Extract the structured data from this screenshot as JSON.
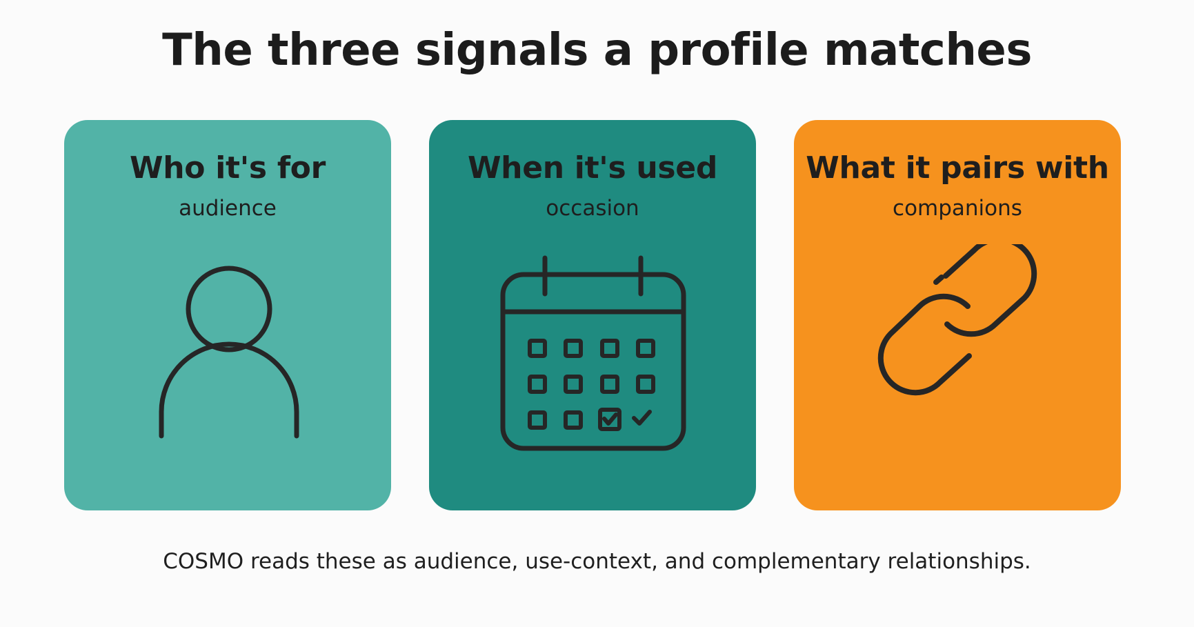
{
  "title": "The three signals a profile matches",
  "colors": {
    "card_1": "#52b3a7",
    "card_2": "#1f8b80",
    "card_3": "#f6921e",
    "icon_stroke": "#262626"
  },
  "cards": [
    {
      "heading": "Who it's for",
      "sub": "audience",
      "icon": "person-icon"
    },
    {
      "heading": "When it's used",
      "sub": "occasion",
      "icon": "calendar-icon"
    },
    {
      "heading": "What it pairs with",
      "sub": "companions",
      "icon": "link-icon"
    }
  ],
  "caption": "COSMO reads these as audience, use-context, and complementary relationships."
}
